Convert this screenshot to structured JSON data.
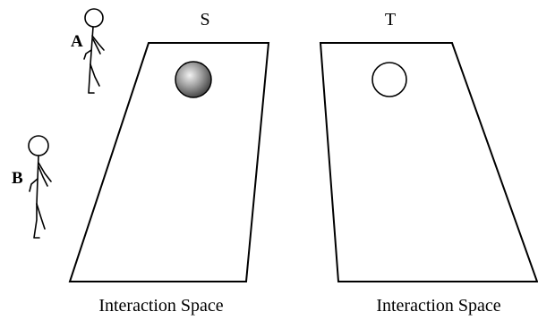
{
  "surfaces": [
    {
      "label": "S",
      "caption": "Interaction Space",
      "object": "shaded-ball"
    },
    {
      "label": "T",
      "caption": "Interaction Space",
      "object": "hollow-circle"
    }
  ],
  "people": [
    {
      "label": "A"
    },
    {
      "label": "B"
    }
  ],
  "colors": {
    "ink": "#000000",
    "background": "#ffffff",
    "ball_light": "#eeeeee",
    "ball_dark": "#555555"
  }
}
